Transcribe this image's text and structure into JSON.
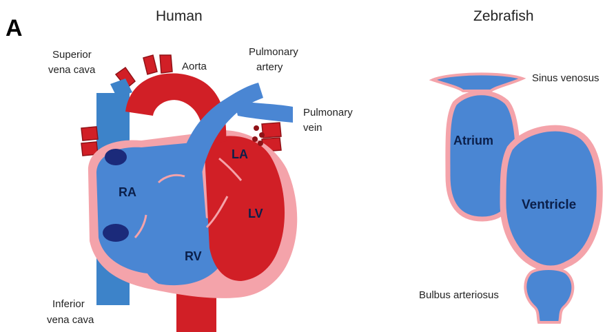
{
  "panel_label": "A",
  "human": {
    "title": "Human",
    "labels": {
      "superior_vena_cava": [
        "Superior",
        "vena cava"
      ],
      "aorta": "Aorta",
      "pulmonary_artery": [
        "Pulmonary",
        "artery"
      ],
      "pulmonary_vein": [
        "Pulmonary",
        "vein"
      ],
      "inferior_vena_cava": [
        "Inferior",
        "vena cava"
      ]
    },
    "chambers": {
      "ra": "RA",
      "la": "LA",
      "lv": "LV",
      "rv": "RV"
    }
  },
  "zebrafish": {
    "title": "Zebrafish",
    "labels": {
      "sinus_venosus": "Sinus venosus",
      "bulbus_arteriosus": "Bulbus arteriosus"
    },
    "chambers": {
      "atrium": "Atrium",
      "ventricle": "Ventricle"
    }
  },
  "colors": {
    "deoxygenated_blue": "#4a86d3",
    "oxygenated_red": "#d11f26",
    "myocardium_pink": "#f4a3aa",
    "vena_cava_blue": "#3d83c9",
    "dark_valve": "#1b2a7a"
  }
}
